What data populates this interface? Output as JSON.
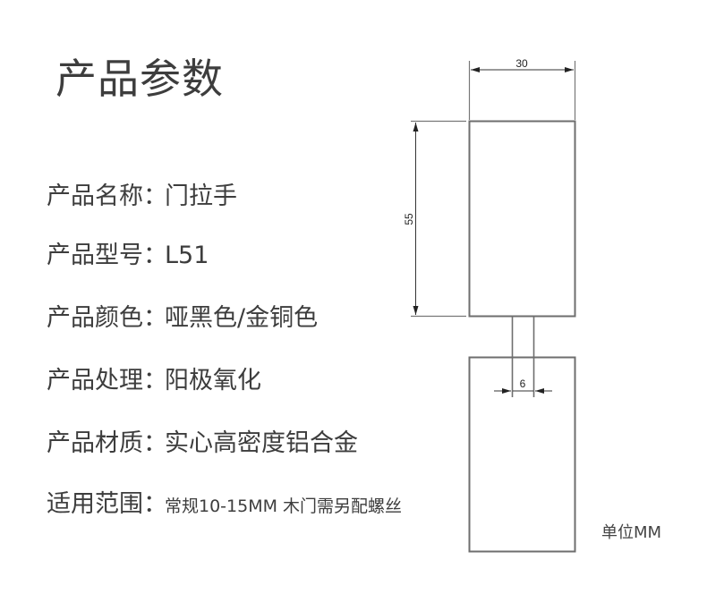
{
  "page": {
    "title": "产品参数"
  },
  "specs": [
    {
      "label": "产品名称",
      "separator": "：",
      "value": "门拉手"
    },
    {
      "label": "产品型号",
      "separator": "：",
      "value": "L51"
    },
    {
      "label": "产品颜色",
      "separator": "：",
      "value": "哑黑色/金铜色"
    },
    {
      "label": "产品处理",
      "separator": "：",
      "value": "阳极氧化"
    },
    {
      "label": "产品材质",
      "separator": "：",
      "value": "实心高密度铝合金"
    },
    {
      "label": "适用范围",
      "separator": "：",
      "value": "常规10-15MM 木门需另配螺丝"
    }
  ],
  "drawing": {
    "dimensions": {
      "width": "30",
      "height": "55",
      "stem_width": "6"
    },
    "unit_label": "单位MM",
    "line_color": "#6e6e6e",
    "arrow_color": "#222222"
  }
}
